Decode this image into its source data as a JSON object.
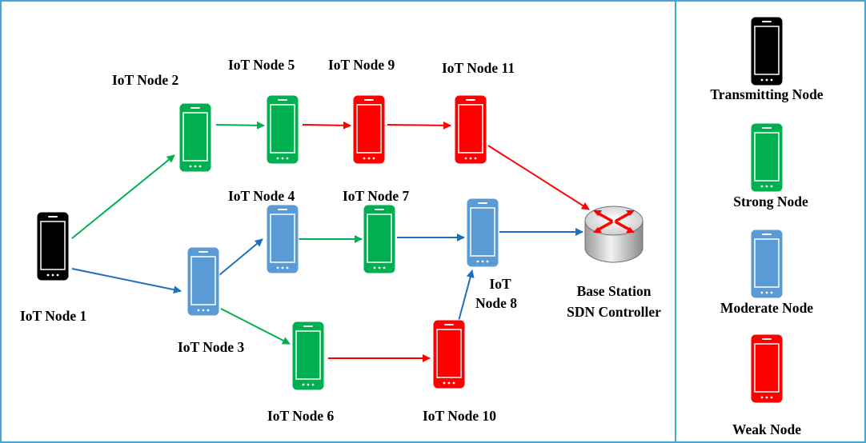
{
  "nodes": {
    "n1": {
      "label": "IoT Node 1",
      "kind": "transmitting"
    },
    "n2": {
      "label": "IoT Node 2",
      "kind": "strong"
    },
    "n3": {
      "label": "IoT Node 3",
      "kind": "moderate"
    },
    "n4": {
      "label": "IoT Node 4",
      "kind": "moderate"
    },
    "n5": {
      "label": "IoT Node 5",
      "kind": "strong"
    },
    "n6": {
      "label": "IoT Node 6",
      "kind": "strong"
    },
    "n7": {
      "label": "IoT Node 7",
      "kind": "strong"
    },
    "n8": {
      "label_line1": "IoT",
      "label_line2": "Node 8",
      "kind": "moderate"
    },
    "n9": {
      "label": "IoT Node 9",
      "kind": "weak"
    },
    "n10": {
      "label": "IoT Node 10",
      "kind": "weak"
    },
    "n11": {
      "label": "IoT Node 11",
      "kind": "weak"
    }
  },
  "base_station": {
    "line1": "Base Station",
    "line2": "SDN Controller"
  },
  "legend": {
    "transmitting": "Transmitting Node",
    "strong": "Strong Node",
    "moderate": "Moderate Node",
    "weak": "Weak Node"
  },
  "colors": {
    "transmitting": "#000000",
    "strong": "#00b050",
    "moderate": "#5b9bd5",
    "weak": "#ff0000",
    "frame": "#3fa9d9",
    "edge_green": "#00b050",
    "edge_blue": "#1f6fbf",
    "edge_red": "#ff0000"
  },
  "edges": [
    {
      "from": "n1",
      "to": "n2",
      "color": "edge_green"
    },
    {
      "from": "n1",
      "to": "n3",
      "color": "edge_blue"
    },
    {
      "from": "n2",
      "to": "n5",
      "color": "edge_green"
    },
    {
      "from": "n5",
      "to": "n9",
      "color": "edge_red"
    },
    {
      "from": "n9",
      "to": "n11",
      "color": "edge_red"
    },
    {
      "from": "n11",
      "to": "base",
      "color": "edge_red"
    },
    {
      "from": "n3",
      "to": "n4",
      "color": "edge_blue"
    },
    {
      "from": "n4",
      "to": "n7",
      "color": "edge_green"
    },
    {
      "from": "n7",
      "to": "n8",
      "color": "edge_blue"
    },
    {
      "from": "n8",
      "to": "base",
      "color": "edge_blue"
    },
    {
      "from": "n3",
      "to": "n6",
      "color": "edge_green"
    },
    {
      "from": "n6",
      "to": "n10",
      "color": "edge_red"
    },
    {
      "from": "n10",
      "to": "n8",
      "color": "edge_blue"
    }
  ]
}
